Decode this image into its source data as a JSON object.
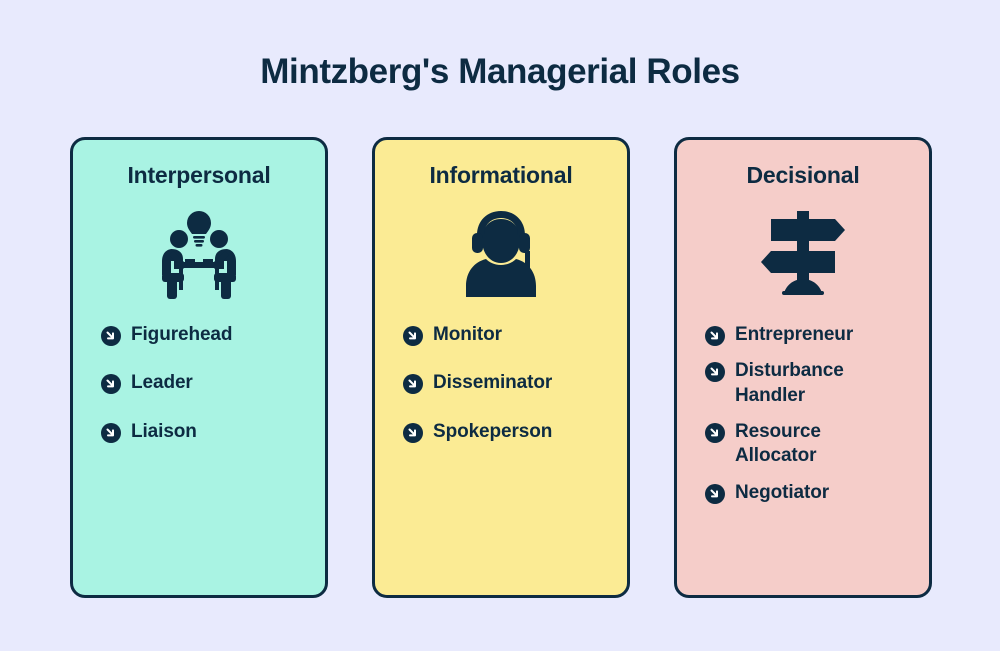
{
  "header": {
    "title": "Mintzberg's Managerial Roles"
  },
  "colors": {
    "background": "#e8eafd",
    "ink": "#0d2b42",
    "card_mint": "#a9f3e3",
    "card_yellow": "#fbeb94",
    "card_pink": "#f5cdc9"
  },
  "cards": [
    {
      "title": "Interpersonal",
      "icon": "people-at-table-lightbulb-icon",
      "bg": "#a9f3e3",
      "roles": [
        {
          "label": "Figurehead",
          "bullet": "arrow-down-right-circle-icon"
        },
        {
          "label": "Leader",
          "bullet": "arrow-down-right-circle-icon"
        },
        {
          "label": "Liaison",
          "bullet": "arrow-down-right-circle-icon"
        }
      ]
    },
    {
      "title": "Informational",
      "icon": "person-with-headset-icon",
      "bg": "#fbeb94",
      "roles": [
        {
          "label": "Monitor",
          "bullet": "arrow-down-right-circle-icon"
        },
        {
          "label": "Disseminator",
          "bullet": "arrow-down-right-circle-icon"
        },
        {
          "label": "Spokeperson",
          "bullet": "arrow-down-right-circle-icon"
        }
      ]
    },
    {
      "title": "Decisional",
      "icon": "signpost-direction-icon",
      "bg": "#f5cdc9",
      "roles": [
        {
          "label": "Entrepreneur",
          "bullet": "arrow-down-right-circle-icon"
        },
        {
          "label": "Disturbance Handler",
          "bullet": "arrow-down-right-circle-icon"
        },
        {
          "label": "Resource Allocator",
          "bullet": "arrow-down-right-circle-icon"
        },
        {
          "label": "Negotiator",
          "bullet": "arrow-down-right-circle-icon"
        }
      ]
    }
  ]
}
